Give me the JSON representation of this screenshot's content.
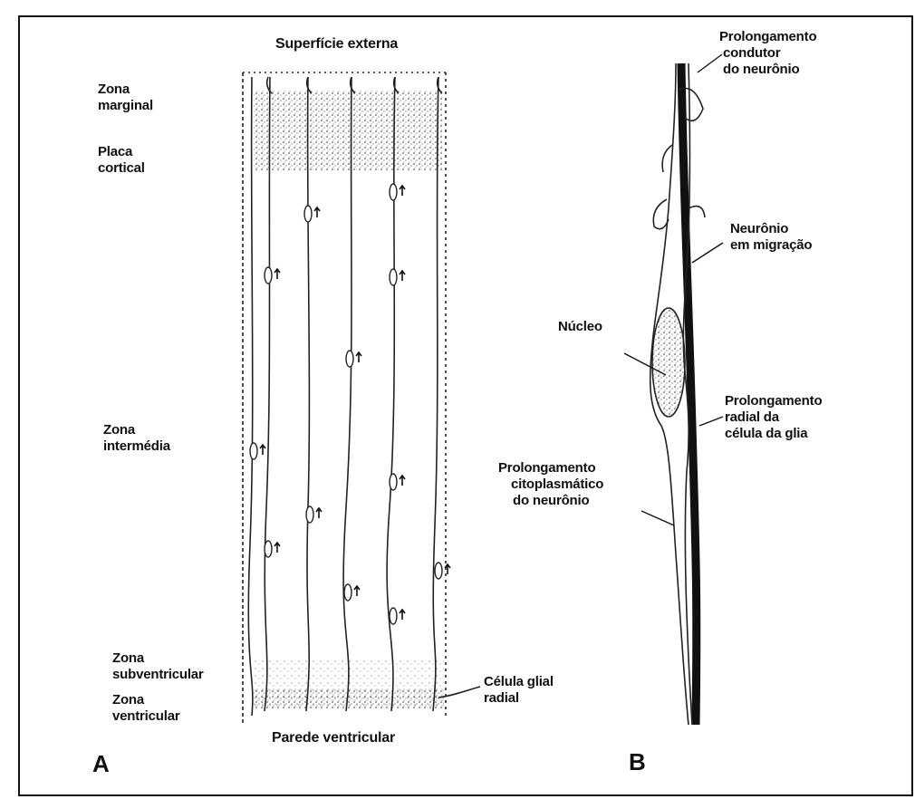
{
  "panel_a": {
    "letter": "A",
    "top_label": "Superfície externa",
    "bottom_label": "Parede ventricular",
    "zone_marginal": [
      "Zona",
      "marginal"
    ],
    "placa_cortical": [
      "Placa",
      "cortical"
    ],
    "zona_intermedia": [
      "Zona",
      "intermédia"
    ],
    "zona_subventricular": [
      "Zona",
      "subventricular"
    ],
    "zona_ventricular": [
      "Zona",
      "ventricular"
    ],
    "celula_glial": [
      "Célula glial",
      "radial"
    ]
  },
  "panel_b": {
    "letter": "B",
    "prolongamento_condutor": [
      "Prolongamento",
      "condutor",
      "do neurônio"
    ],
    "neuronio_migracao": [
      "Neurônio",
      "em migração"
    ],
    "nucleo": "Núcleo",
    "prolongamento_radial": [
      "Prolongamento",
      "radial da",
      "célula da glia"
    ],
    "prolongamento_citoplasmatico": [
      "Prolongamento",
      "citoplasmático",
      "do neurônio"
    ]
  }
}
